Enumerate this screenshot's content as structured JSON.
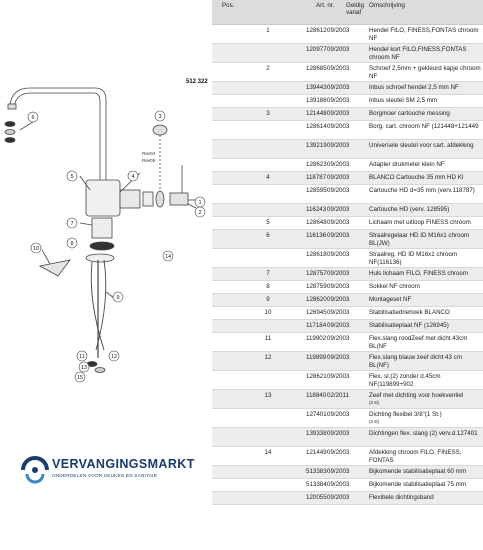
{
  "product_number": "512 322",
  "rev_labels": [
    "Rev04",
    "Rev05"
  ],
  "brand": {
    "name": "VERVANGINGSMARKT",
    "tagline": "ONDERDELEN VOOR KEUKEN EN SANITAIR"
  },
  "callouts": [
    "1",
    "2",
    "3",
    "4",
    "5",
    "6",
    "7",
    "8",
    "9",
    "10",
    "11",
    "12",
    "13",
    "14",
    "15"
  ],
  "table": {
    "headers": {
      "pos": "Pos.",
      "art": "Art. nr.",
      "date": "Geldig vanaf",
      "desc": "Omschrijving"
    },
    "rows": [
      {
        "pos": "1",
        "art": "128612",
        "date": "09/2003",
        "desc": "Hendel FILO, FINESS,FONTAS chroom NF",
        "h": 18
      },
      {
        "pos": "",
        "art": "120977",
        "date": "09/2003",
        "desc": "Hendel kort FILO,FINESS,FONTAS chroom NF",
        "h": 18
      },
      {
        "pos": "2",
        "art": "128685",
        "date": "09/2003",
        "desc": "Schroef 2,5mm + gekleurd kapje chroom NF",
        "h": 18
      },
      {
        "pos": "",
        "art": "139443",
        "date": "09/2003",
        "desc": "Inbus schroef hendel 2,5 mm NF",
        "h": 12
      },
      {
        "pos": "",
        "art": "139188",
        "date": "09/2003",
        "desc": "Inbus sleutel SM 2,5 mm",
        "h": 12
      },
      {
        "pos": "3",
        "art": "121448",
        "date": "09/2003",
        "desc": "Borgmoer cartouche messing",
        "h": 12
      },
      {
        "pos": "",
        "art": "128614",
        "date": "09/2003",
        "desc": "Borg. cart. chroom NF (121448+121449",
        "h": 18
      },
      {
        "pos": "",
        "art": "139219",
        "date": "09/2003",
        "desc": "Universele sleutel voor cart. afdekking",
        "h": 18
      },
      {
        "pos": "",
        "art": "128623",
        "date": "09/2003",
        "desc": "Adapter drukmeter klein NF",
        "h": 12
      },
      {
        "pos": "4",
        "art": "118787",
        "date": "09/2003",
        "desc": "BLANCO Cartouche 35 mm HD KI",
        "h": 12
      },
      {
        "pos": "",
        "art": "128595",
        "date": "09/2003",
        "desc": "Cartouche HD d=35 mm (verv.118787)",
        "h": 18
      },
      {
        "pos": "",
        "art": "116243",
        "date": "09/2003",
        "desc": "Cartouche HD (verv. 128595)",
        "h": 12
      },
      {
        "pos": "5",
        "art": "128648",
        "date": "09/2003",
        "desc": "Lichaam met uitloop FINESS chroom",
        "h": 12
      },
      {
        "pos": "6",
        "art": "116136",
        "date": "09/2003",
        "desc": "Straalregelaar HD ID M16x1 chroom BL(JW)",
        "h": 18
      },
      {
        "pos": "",
        "art": "128618",
        "date": "09/2003",
        "desc": "Straalreg. HD ID M16x1 chroom NF(116136)",
        "h": 18
      },
      {
        "pos": "7",
        "art": "128757",
        "date": "09/2003",
        "desc": "Huls lichaam FILO, FINESS chroom",
        "h": 12
      },
      {
        "pos": "8",
        "art": "128759",
        "date": "09/2003",
        "desc": "Sokkel NF chroom",
        "h": 12
      },
      {
        "pos": "9",
        "art": "128620",
        "date": "09/2003",
        "desc": "Montageset NF",
        "h": 12
      },
      {
        "pos": "10",
        "art": "126945",
        "date": "09/2003",
        "desc": "Stabilisatiedriehoek BLANCO",
        "h": 12
      },
      {
        "pos": "",
        "art": "117184",
        "date": "09/2003",
        "desc": "Stabilisatieplaat NF (126945)",
        "h": 12
      },
      {
        "pos": "11",
        "art": "119902",
        "date": "09/2003",
        "desc": "Flex.slang roodZeef met dicht.43cm BL(NF",
        "h": 18
      },
      {
        "pos": "12",
        "art": "119899",
        "date": "09/2003",
        "desc": "Flex.slang blauw zeef dicht 43 cm BL(NF)",
        "h": 18
      },
      {
        "pos": "",
        "art": "128621",
        "date": "09/2003",
        "desc": "Flex. sl.(2) zonder d.45cm NF(119899+902",
        "h": 18
      },
      {
        "pos": "13",
        "art": "118840",
        "date": "02/2011",
        "desc": "Zeef met dichting voor hoekventiel",
        "note": "(2 st)",
        "h": 18
      },
      {
        "pos": "",
        "art": "127401",
        "date": "09/2003",
        "desc": "Dichting flexibel 3/8\"(1 St.)",
        "note": "(2 st)",
        "h": 18
      },
      {
        "pos": "",
        "art": "139338",
        "date": "09/2003",
        "desc": "Dichtingen flex. slang (2) verv.d.127401",
        "h": 18
      },
      {
        "pos": "14",
        "art": "121449",
        "date": "09/2003",
        "desc": "Afdekking chroom FILO, FINESS, FONTAS",
        "h": 18
      },
      {
        "pos": "",
        "art": "513383",
        "date": "09/2003",
        "desc": "Bijkomende stabilisatieplaat 60 mm",
        "h": 12
      },
      {
        "pos": "",
        "art": "513384",
        "date": "09/2003",
        "desc": "Bijkomende stabilisatieplaat 75 mm",
        "h": 12
      },
      {
        "pos": "",
        "art": "120055",
        "date": "09/2003",
        "desc": "Flexibele dichtingsband",
        "h": 12
      }
    ]
  }
}
